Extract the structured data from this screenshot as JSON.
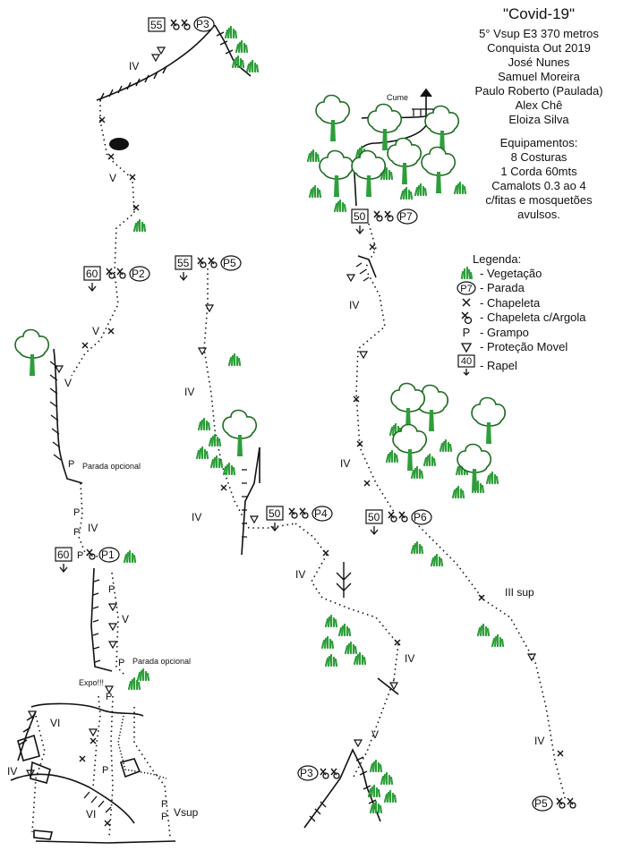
{
  "info": {
    "title": "\"Covid-19\"",
    "grade": "5° Vsup E3 370 metros",
    "conquest": "Conquista Out 2019",
    "climbers": [
      "José Nunes",
      "Samuel Moreira",
      "Paulo Roberto (Paulada)",
      "Alex Chê",
      "Eloiza Silva"
    ],
    "equip_title": "Equipamentos:",
    "equipment": [
      "8 Costuras",
      "1 Corda 60mts",
      "Camalots 0.3 ao 4",
      "c/fitas e mosquetões",
      "avulsos."
    ]
  },
  "legend": {
    "title": "Legenda:",
    "items": [
      {
        "icon": "vegetation-icon",
        "label": "- Vegetação"
      },
      {
        "icon": "belay-station-icon",
        "label": "- Parada",
        "code": "P7"
      },
      {
        "icon": "bolt-icon",
        "label": "- Chapeleta"
      },
      {
        "icon": "bolt-ring-icon",
        "label": "- Chapeleta c/Argola"
      },
      {
        "icon": "staple-icon",
        "label": "- Grampo",
        "code": "P"
      },
      {
        "icon": "protection-icon",
        "label": "- Proteção Movel"
      },
      {
        "icon": "rappel-icon",
        "label": "- Rapel",
        "code": "40"
      }
    ]
  },
  "topo": {
    "summit": "Cume",
    "stations": [
      {
        "code": "P1",
        "rappel": "60"
      },
      {
        "code": "P2",
        "rappel": "60"
      },
      {
        "code": "P3",
        "rappel": "55"
      },
      {
        "code": "P4",
        "rappel": "50"
      },
      {
        "code": "P5",
        "rappel": "55"
      },
      {
        "code": "P6",
        "rappel": "50"
      },
      {
        "code": "P7",
        "rappel": "50"
      }
    ],
    "station_top": "P3",
    "station_bottom": "P5",
    "notes": {
      "optional_1": "Parada opcional",
      "optional_2": "Parada opcional",
      "expo": "Expo!!!"
    },
    "staple": "P",
    "grades": {
      "iv": "IV",
      "v": "V",
      "vi": "VI",
      "vsup": "Vsup",
      "iiisup": "III sup"
    }
  },
  "colors": {
    "vegetation": "#2e9e3a",
    "ink": "#111111"
  }
}
